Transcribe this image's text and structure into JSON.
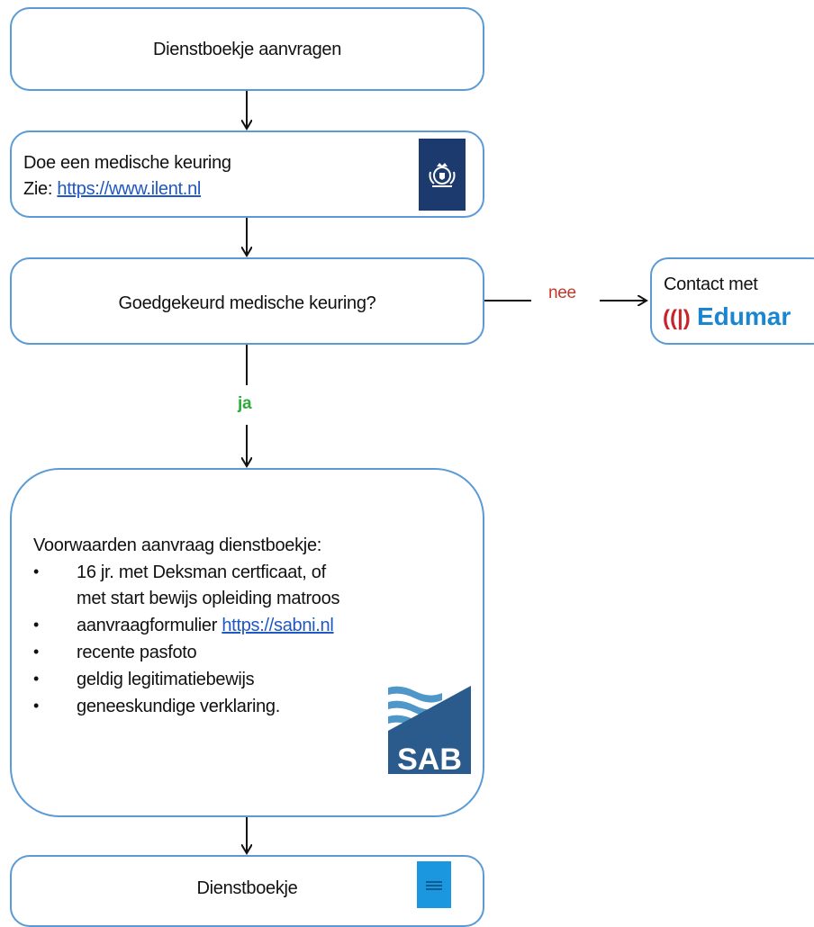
{
  "flow": {
    "step1": {
      "label": "Dienstboekje aanvragen"
    },
    "step2": {
      "line1": "Doe een medische keuring",
      "line2_prefix": "Zie: ",
      "link": "https://www.ilent.nl"
    },
    "decision": {
      "label": "Goedgekeurd medische keuring?"
    },
    "branch_no": {
      "label": "nee",
      "color": "#c0392b"
    },
    "branch_yes": {
      "label": "ja",
      "color": "#2eaa3a"
    },
    "contact": {
      "label": "Contact met",
      "brand": "Edumar"
    },
    "conditions": {
      "title": "Voorwaarden aanvraag dienstboekje:",
      "items": [
        "16 jr. met Deksman certficaat, of",
        "met start bewijs opleiding matroos",
        "aanvraagformulier",
        "recente pasfoto",
        "geldig legitimatiebewijs",
        "geneeskundige verklaring."
      ],
      "form_link": "https://sabni.nl",
      "logo_text": "SAB"
    },
    "result": {
      "label": "Dienstboekje"
    }
  },
  "colors": {
    "box_border": "#5b9bd5",
    "link": "#1f57c3",
    "sab_blue": "#2b5a8c",
    "rijks_blue": "#1c3a6e",
    "edumar_blue": "#1a86d0",
    "booklet_blue": "#1b97e0"
  },
  "icons": [
    "rijksoverheid-logo",
    "edumar-logo",
    "sab-logo",
    "dienstboekje-cover-icon"
  ]
}
